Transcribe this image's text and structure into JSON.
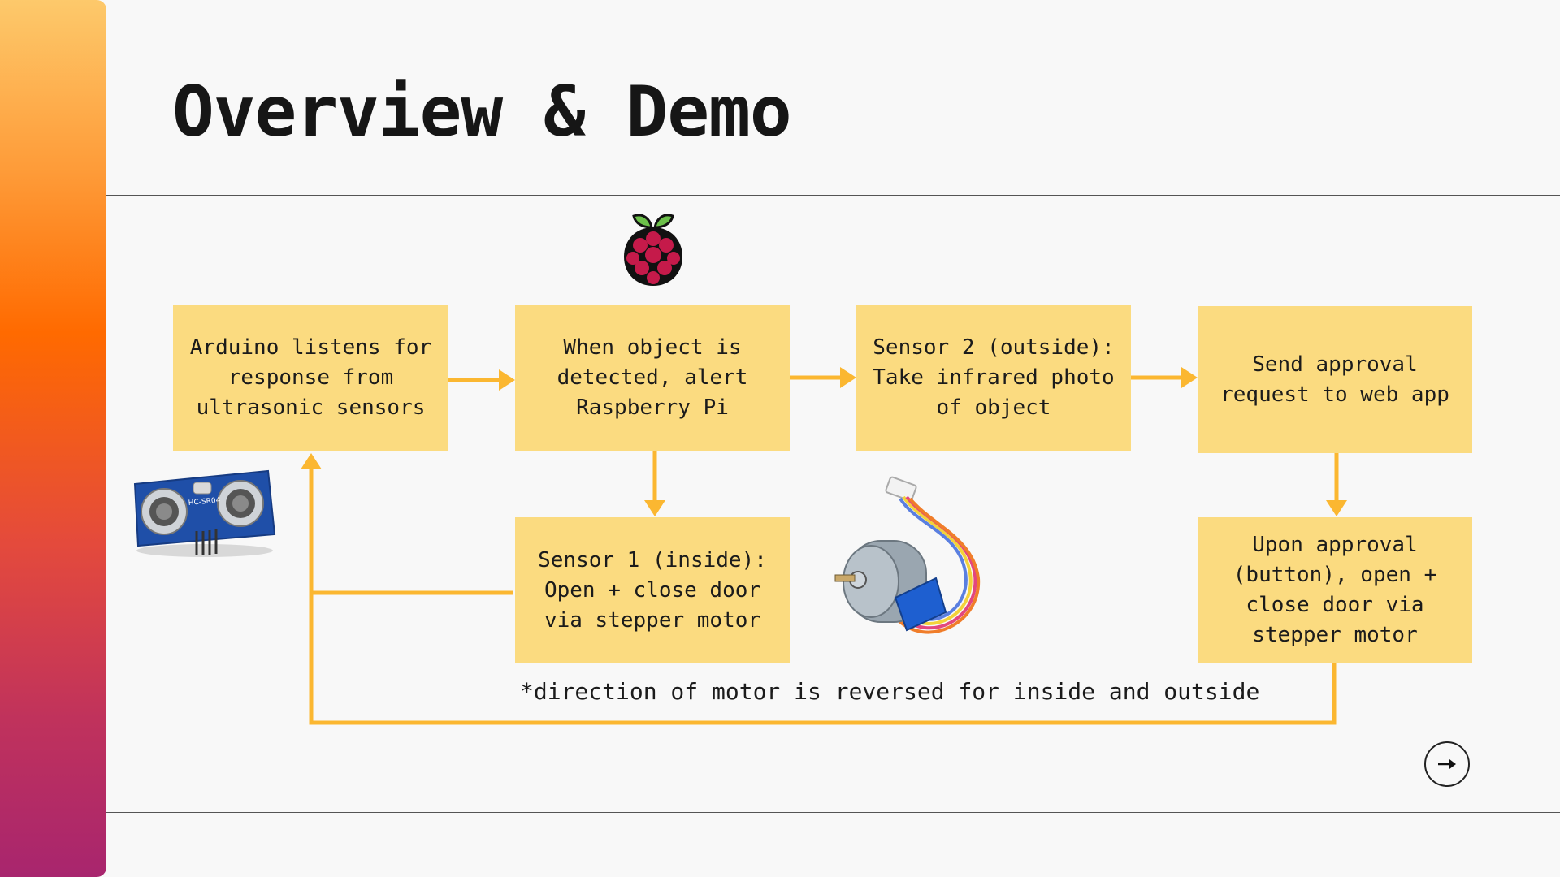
{
  "slide": {
    "title": "Overview & Demo",
    "accent_color": "#ff6a00",
    "flow_color": "#fbb731",
    "box_color": "#fbdb80"
  },
  "nodes": {
    "arduino": "Arduino listens for response from ultrasonic sensors",
    "raspberry": "When object is detected, alert Raspberry Pi",
    "sensor2": "Sensor 2 (outside): Take infrared photo of object",
    "approval": "Send approval request to web app",
    "sensor1": "Sensor 1 (inside): Open + close door via stepper motor",
    "upon_approval": "Upon approval (button), open + close door via stepper motor"
  },
  "footnote": "*direction of motor is reversed for inside and outside",
  "images": {
    "raspberry_pi": "raspberry-pi-logo",
    "ultrasonic": "ultrasonic-sensor-hc-sr04",
    "ultrasonic_label": "HC-SR04",
    "stepper": "stepper-motor"
  },
  "nav": {
    "next_icon": "arrow-right-icon"
  }
}
